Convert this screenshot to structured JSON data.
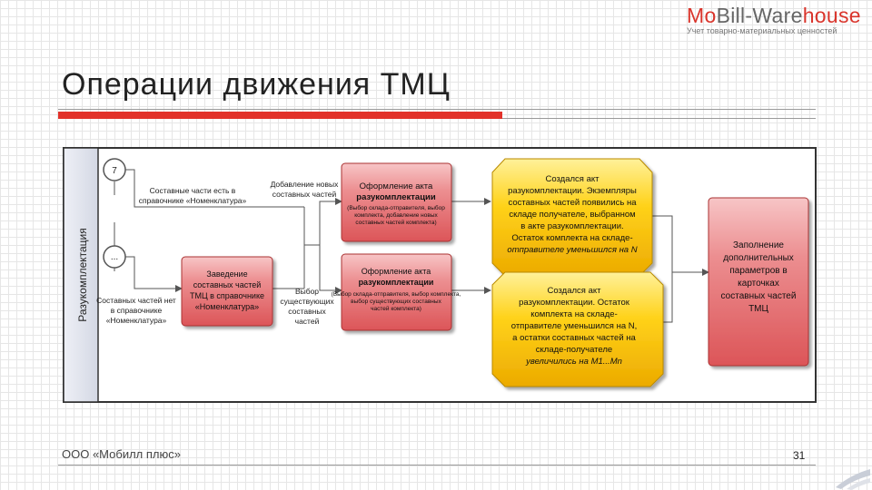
{
  "header": {
    "logo_part1": "Mo",
    "logo_part2": "Bill-Ware",
    "logo_part3": "house",
    "logo_sub": "Учет товарно-материальных ценностей",
    "title": "Операции движения ТМЦ"
  },
  "diagram": {
    "lane_label": "Разукомплектация",
    "start_events": [
      "7",
      "..."
    ],
    "edge_labels": {
      "parts_in_catalog": [
        "Составные части есть в",
        "справочнике «Номенклатура»"
      ],
      "parts_not_in_catalog": [
        "Составных частей нет",
        "в справочнике",
        "«Номенклатура»"
      ],
      "add_new_parts": [
        "Добавление новых",
        "составных частей"
      ],
      "select_existing_parts": [
        "Выбор",
        "существующих",
        "составных",
        "частей"
      ]
    },
    "tasks": {
      "create_item": {
        "title": [
          "Заведение",
          "составных частей",
          "ТМЦ в справочнике",
          "«Номенклатура»"
        ]
      },
      "act_new": {
        "title": [
          "Оформление акта",
          "разукомплектации"
        ],
        "note": [
          "(Выбор склада-отправителя, выбор",
          "комплекта, добавление новых",
          "составных частей комплекта)"
        ]
      },
      "act_existing": {
        "title": [
          "Оформление акта",
          "разукомплектации"
        ],
        "note": [
          "(Выбор склада-отправителя, выбор комплекта,",
          "выбор существующих составных",
          "частей комплекта)"
        ]
      },
      "fill_params": {
        "title": [
          "Заполнение",
          "дополнительных",
          "параметров в",
          "карточках",
          "составных частей",
          "ТМЦ"
        ]
      }
    },
    "results": {
      "result_top": [
        "Создался акт",
        "разукомплектации. Экземпляры",
        "составных частей появились на",
        "складе получателе, выбранном",
        "в акте разукомплектации.",
        "Остаток комплекта на складе-",
        "отправителе уменьшился на N"
      ],
      "result_bottom": [
        "Создался акт",
        "разукомплектации. Остаток",
        "комплекта на складе-",
        "отправителе уменьшился на N,",
        "а остатки составных частей на",
        "складе-получателе",
        "увеличились на M1...Mn"
      ]
    }
  },
  "footer": {
    "company": "ООО «Мобилл плюс»",
    "page": "31"
  },
  "colors": {
    "accent_red": "#e2322a",
    "task_red": "#e88688",
    "result_yellow": "#f5c400"
  }
}
